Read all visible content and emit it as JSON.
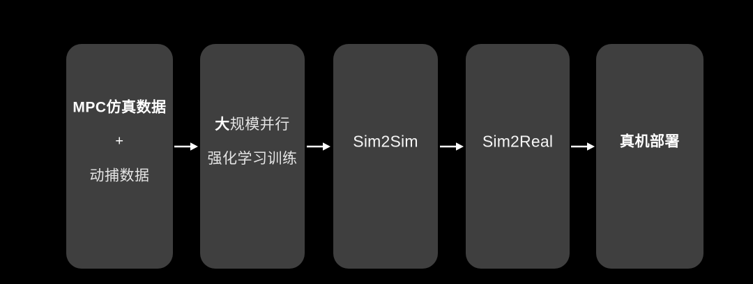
{
  "flow": {
    "boxes": [
      {
        "id": "data-sources",
        "line1": "MPC仿真数据",
        "line2": "+",
        "line3": "动捕数据"
      },
      {
        "id": "rl-training",
        "line1_bold": "大",
        "line1_rest": "规模并行",
        "line2": "强化学习训练"
      },
      {
        "id": "sim2sim",
        "label": "Sim2Sim"
      },
      {
        "id": "sim2real",
        "label": "Sim2Real"
      },
      {
        "id": "deployment",
        "label": "真机部署"
      }
    ],
    "arrow_count": 4
  },
  "colors": {
    "background": "#000000",
    "box_fill": "#3f3f3f",
    "text_bold": "#ffffff",
    "text_regular": "#e4e4e4",
    "text_latin": "#f5f5f5",
    "arrow": "#ffffff"
  }
}
